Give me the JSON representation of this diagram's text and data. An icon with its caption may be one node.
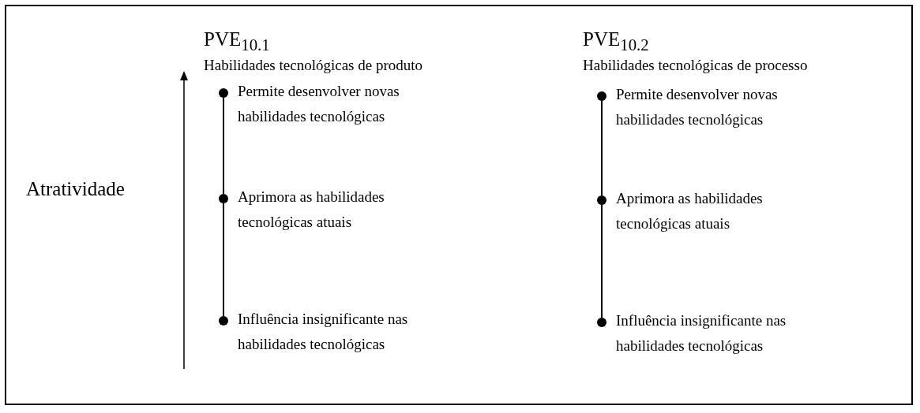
{
  "diagram": {
    "nodes": [
      {
        "text": [],
        "shape": "circle",
        "beside": [
          "Permite desenvolver novas habilidades tecnológicas"
        ]
      },
      {
        "text": [],
        "shape": "circle",
        "beside": [
          "Aprimora as habilidades tecnológicas atuais"
        ]
      },
      {
        "text": [],
        "shape": "circle",
        "beside": [
          "Influência insignificante nas habilidades tecnológicas"
        ]
      },
      {
        "text": [],
        "shape": "circle",
        "beside": [
          "Permite desenvolver novas habilidades tecnológicas"
        ]
      },
      {
        "text": [],
        "shape": "circle",
        "beside": [
          "Aprimora as habilidades tecnológicas atuais"
        ]
      },
      {
        "text": [],
        "shape": "circle",
        "beside": [
          "Influência insignificante nas habilidades tecnológicas"
        ]
      }
    ],
    "edges": [
      {
        "from": 0,
        "to": 1,
        "arrow": "none"
      },
      {
        "from": 1,
        "to": 2,
        "arrow": "none"
      },
      {
        "from": 3,
        "to": 4,
        "arrow": "none"
      },
      {
        "from": 4,
        "to": 5,
        "arrow": "none"
      }
    ],
    "labels": [
      "PVE$_{10.1}$",
      "Habilidades tecnológicas de produto",
      "PVE$_{10.2}$",
      "Habilidades tecnológicas de processo",
      "Atratividade"
    ]
  }
}
